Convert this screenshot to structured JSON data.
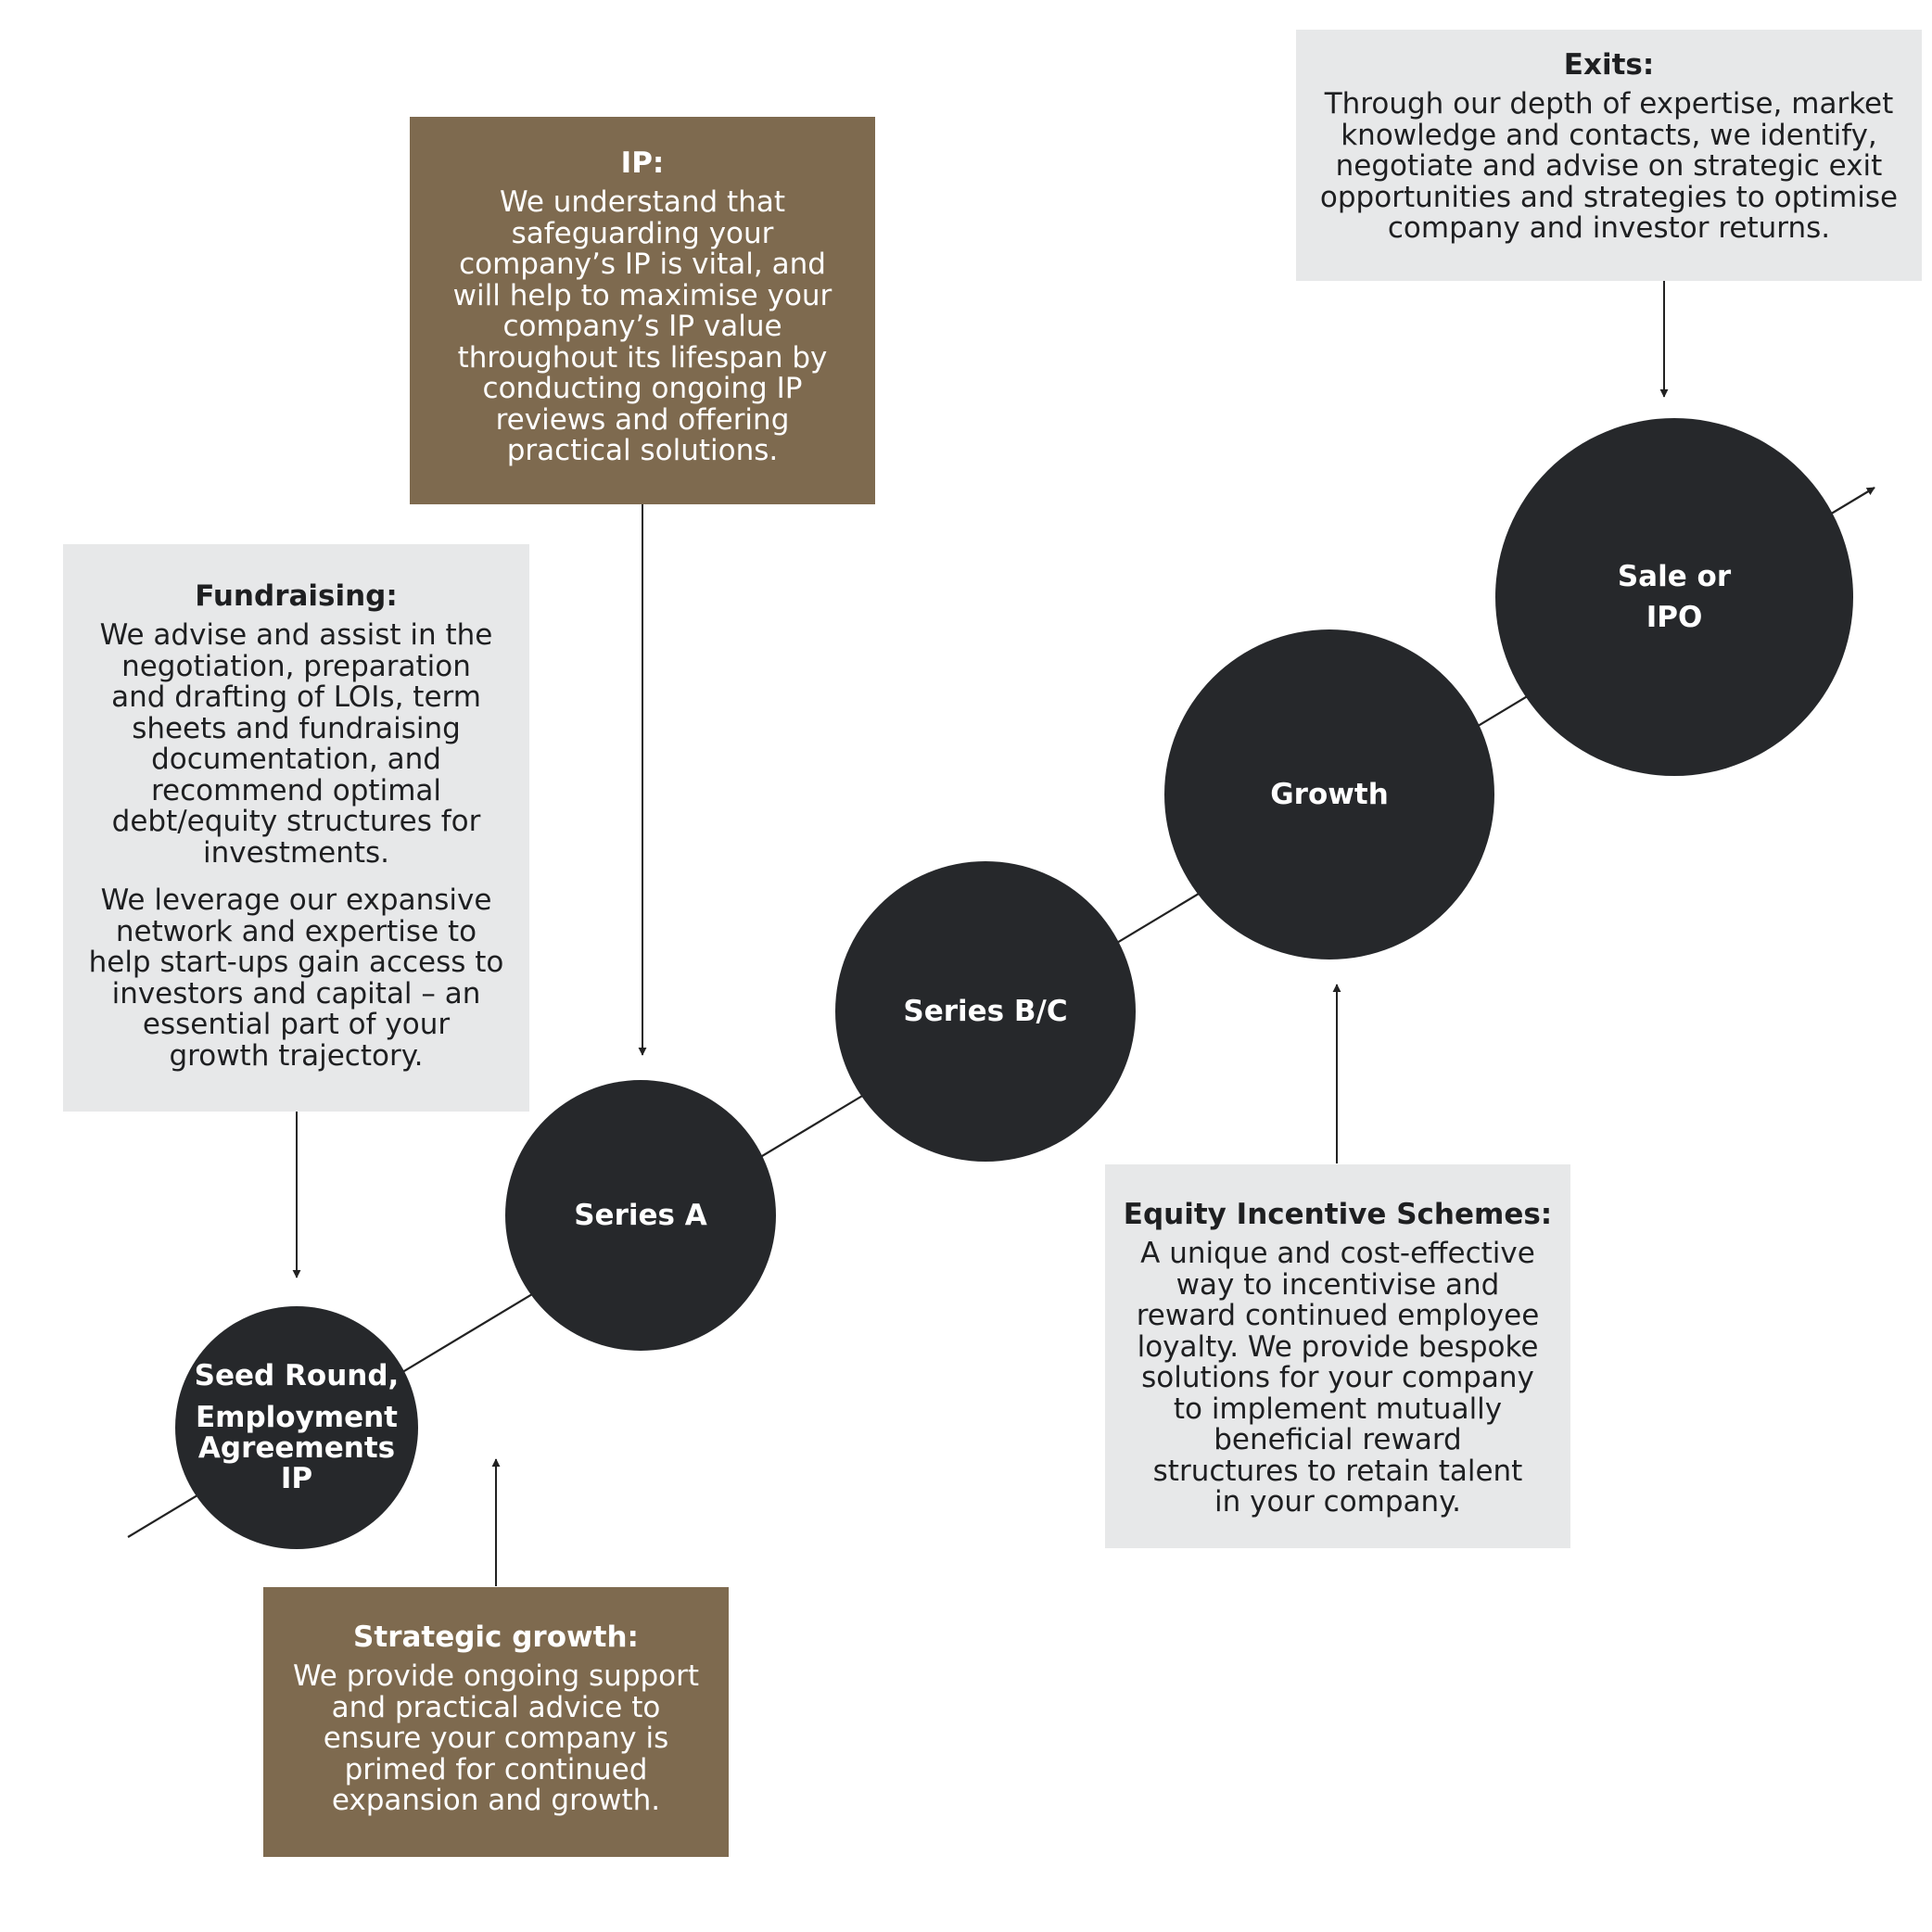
{
  "stages": {
    "seed": [
      "Seed Round,",
      "Employment",
      "Agreements",
      "IP"
    ],
    "series_a": "Series A",
    "series_bc": "Series B/C",
    "growth": "Growth",
    "sale": [
      "Sale or",
      "IPO"
    ]
  },
  "boxes": {
    "ip": {
      "title": "IP:",
      "lines": [
        "We understand that",
        "safeguarding your",
        "company’s IP is vital, and",
        "will help to maximise your",
        "company’s IP value",
        "throughout its lifespan by",
        "conducting ongoing IP",
        "reviews and offering",
        "practical solutions."
      ]
    },
    "exits": {
      "title": "Exits:",
      "lines": [
        "Through our depth of expertise, market",
        "knowledge and contacts, we identify,",
        "negotiate and advise on strategic exit",
        "opportunities and strategies to optimise",
        "company and investor returns."
      ]
    },
    "fundraising": {
      "title": "Fundraising:",
      "para1": [
        "We advise and assist in the",
        "negotiation, preparation",
        "and drafting of LOIs, term",
        "sheets and fundraising",
        "documentation, and",
        "recommend optimal",
        "debt/equity structures for",
        "investments."
      ],
      "para2": [
        "We leverage our expansive",
        "network and expertise to",
        "help start-ups gain access to",
        "investors and capital – an",
        "essential part of your",
        "growth trajectory."
      ]
    },
    "equity": {
      "title": "Equity Incentive Schemes:",
      "lines": [
        "A unique and cost-effective",
        "way to incentivise and",
        "reward continued employee",
        "loyalty. We provide bespoke",
        "solutions for your company",
        "to implement mutually",
        "beneficial reward",
        "structures to retain talent",
        "in your company."
      ]
    },
    "strategic": {
      "title": "Strategic growth:",
      "lines": [
        "We provide ongoing support",
        "and practical advice to",
        "ensure your company is",
        "primed for continued",
        "expansion and growth."
      ]
    }
  },
  "colors": {
    "circle": "#26282b",
    "grey_box": "#e7e8e9",
    "brown_box": "#7e6a4f",
    "line": "#222222"
  }
}
